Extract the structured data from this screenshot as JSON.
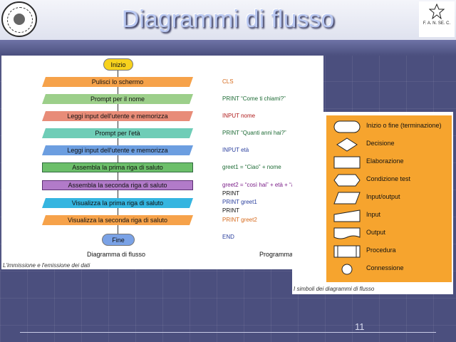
{
  "slide": {
    "title": "Diagrammi di flusso",
    "page_number": "11",
    "logo_right_text": "F. A. N. SE. C."
  },
  "flowchart": {
    "steps": [
      {
        "text": "Inizio",
        "color": "#f7d21d"
      },
      {
        "text": "Pulisci lo schermo",
        "color": "#f6a24a"
      },
      {
        "text": "Prompt per il nome",
        "color": "#9ccf8a"
      },
      {
        "text": "Leggi input dell'utente e memorizza",
        "color": "#e88c78"
      },
      {
        "text": "Prompt per l'età",
        "color": "#6fcdb7"
      },
      {
        "text": "Leggi input dell'utente e memorizza",
        "color": "#6c9ee0"
      },
      {
        "text": "Assembla la prima riga di saluto",
        "color": "#6cbf6a"
      },
      {
        "text": "Assembla la seconda riga di saluto",
        "color": "#b27bc9"
      },
      {
        "text": "Visualizza la prima riga di saluto",
        "color": "#35b5e0"
      },
      {
        "text": "Visualizza la seconda riga di saluto",
        "color": "#f6a24a"
      },
      {
        "text": "Fine",
        "color": "#7aa2e6"
      }
    ],
    "program": [
      {
        "kw": "CLS",
        "rest": ""
      },
      {
        "kw": "PRINT",
        "rest": "“Come ti chiami?”"
      },
      {
        "kw": "INPUT",
        "rest": "nome"
      },
      {
        "kw": "PRINT",
        "rest": "“Quanti anni hai?”"
      },
      {
        "kw": "INPUT",
        "rest": "età"
      },
      {
        "kw": "greet1",
        "rest": "= “Ciao” + nome"
      },
      {
        "kw": "greet2",
        "rest": "= “così hai” + età + “anni”"
      },
      {
        "kw": "PRINT",
        "rest": ""
      },
      {
        "kw": "PRINT",
        "rest": "greet1"
      },
      {
        "kw": "PRINT",
        "rest": ""
      },
      {
        "kw": "PRINT",
        "rest": "greet2"
      },
      {
        "kw": "END",
        "rest": ""
      }
    ],
    "caption_flow": "Diagramma di flusso",
    "caption_program": "Programma",
    "footnote": "L'immissione e l'emissione dei dati"
  },
  "symbols": {
    "items": [
      {
        "label": "Inizio o fine (terminazione)",
        "icon": "terminal-shape"
      },
      {
        "label": "Decisione",
        "icon": "decision-diamond"
      },
      {
        "label": "Elaborazione",
        "icon": "process-rect"
      },
      {
        "label": "Condizione test",
        "icon": "hexagon-shape"
      },
      {
        "label": "Input/output",
        "icon": "parallelogram-shape"
      },
      {
        "label": "Input",
        "icon": "manual-input-shape"
      },
      {
        "label": "Output",
        "icon": "output-shape"
      },
      {
        "label": "Procedura",
        "icon": "predefined-process-shape"
      },
      {
        "label": "Connessione",
        "icon": "connector-circle"
      }
    ],
    "caption": "I simboli dei diagrammi di flusso"
  }
}
